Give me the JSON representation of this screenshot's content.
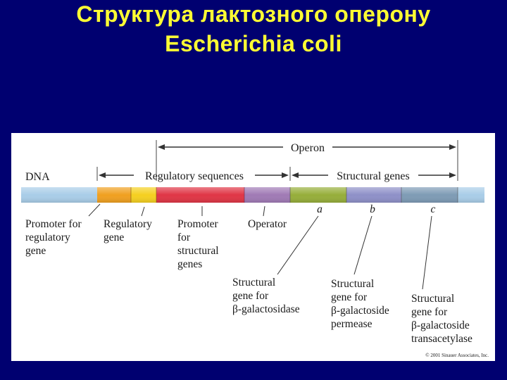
{
  "slide": {
    "title_line1": "Структура лактозного оперону",
    "title_line2": "Escherichia coli"
  },
  "diagram": {
    "dna_label": "DNA",
    "operon_label": "Operon",
    "regulatory_sequences_label": "Regulatory sequences",
    "structural_genes_label": "Structural genes",
    "gene_letters": {
      "a": "a",
      "b": "b",
      "c": "c"
    },
    "labels": {
      "promoter_regulatory": [
        "Promoter for",
        "regulatory",
        "gene"
      ],
      "regulatory_gene": [
        "Regulatory",
        "gene"
      ],
      "promoter_structural": [
        "Promoter",
        "for",
        "structural",
        "genes"
      ],
      "operator": [
        "Operator"
      ],
      "gene_a": [
        "Structural",
        "gene for",
        "β-galactosidase"
      ],
      "gene_b": [
        "Structural",
        "gene for",
        "β-galactoside",
        "permease"
      ],
      "gene_c": [
        "Structural",
        "gene for",
        "β-galactoside",
        "transacetylase"
      ]
    },
    "credit": "© 2001 Sinauer Associates, Inc.",
    "colors": {
      "dna_bar": "#a9cde8",
      "promoter_regulatory": "#f0a020",
      "regulatory_gene": "#f5d020",
      "promoter_structural": "#e03545",
      "operator": "#a07ab5",
      "gene_a": "#96ae3a",
      "gene_b": "#8e90c8",
      "gene_c": "#7e9bb5"
    }
  }
}
